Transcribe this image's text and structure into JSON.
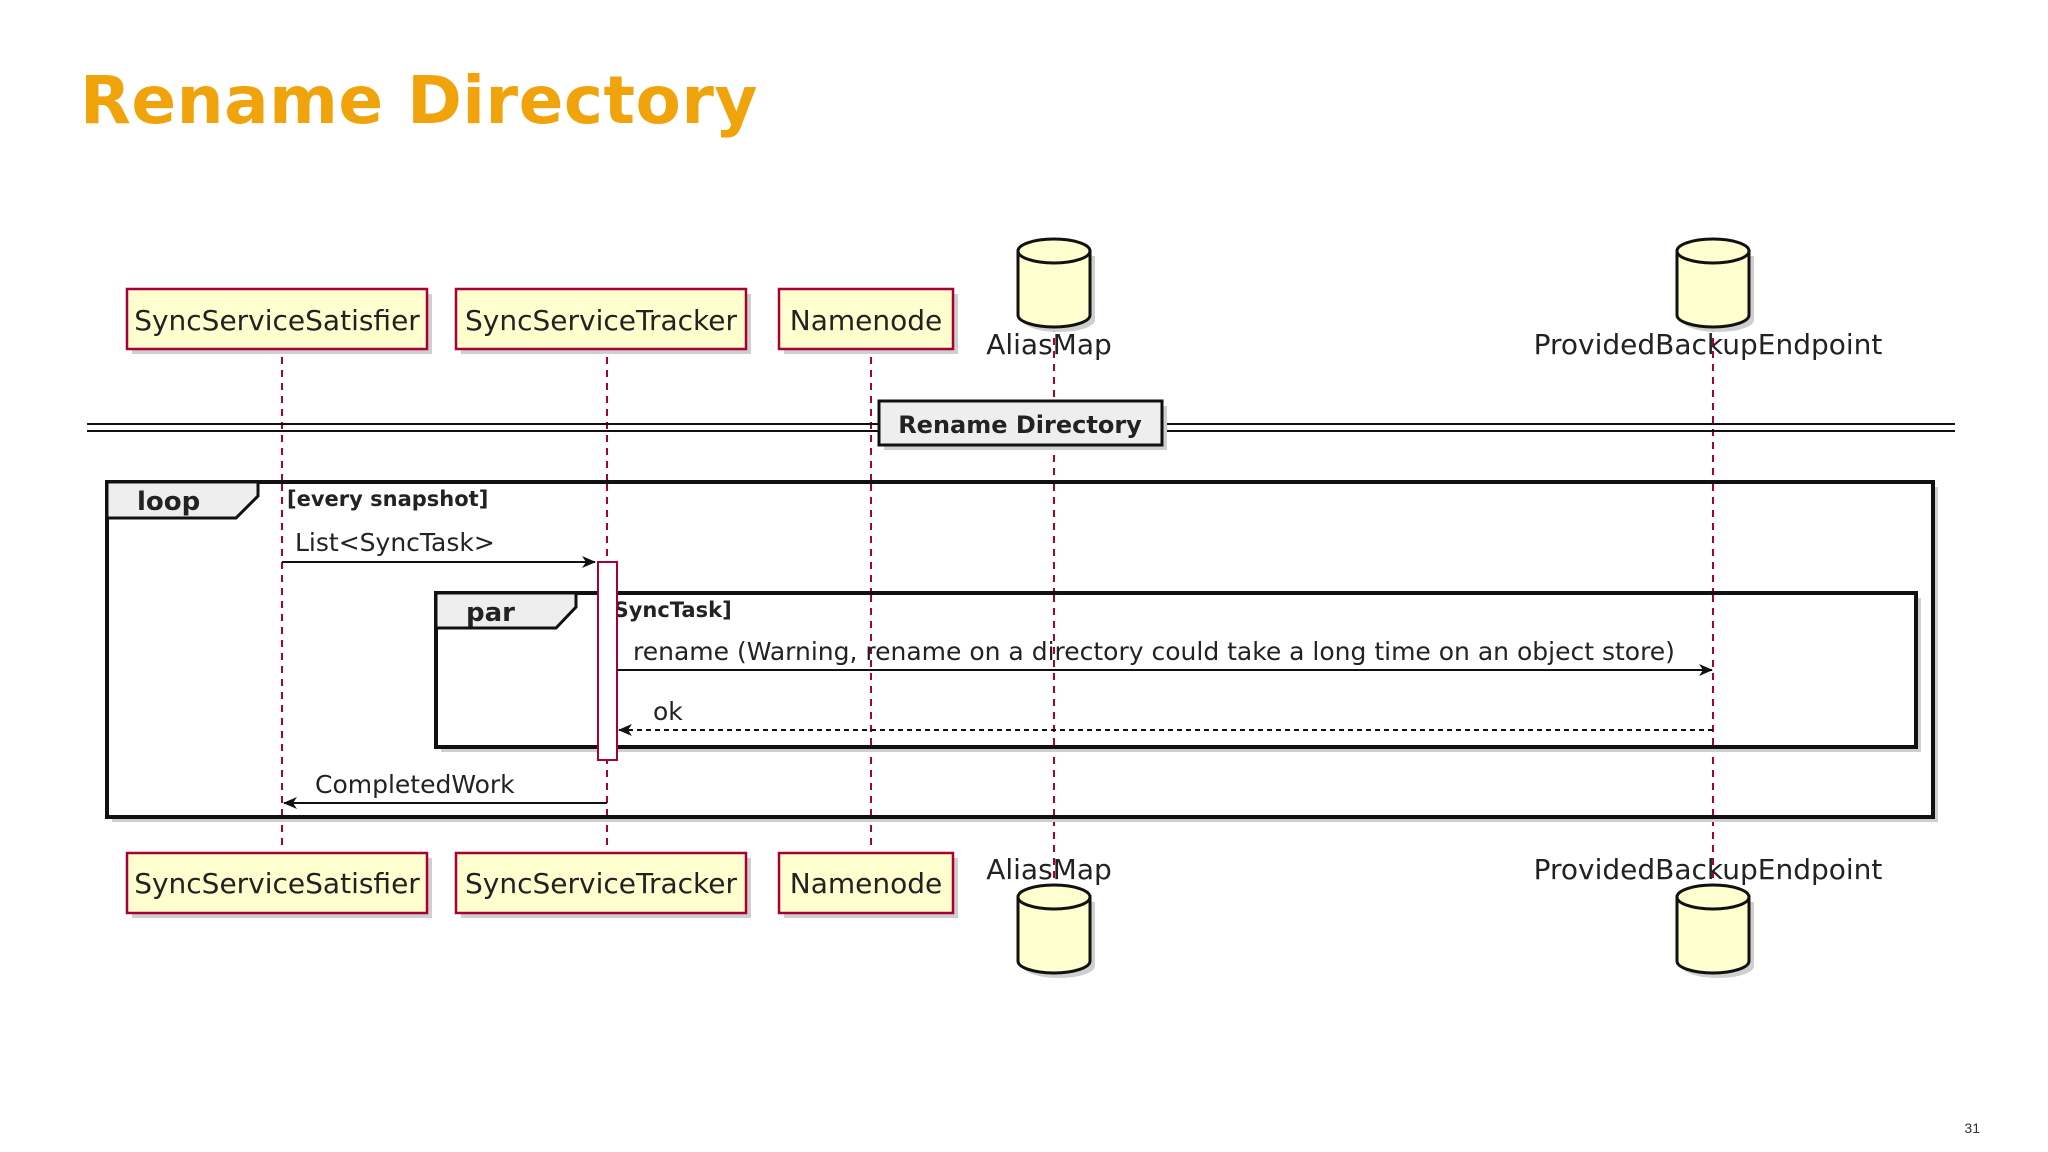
{
  "slide": {
    "title": "Rename Directory",
    "page_number": "31"
  },
  "diagram": {
    "participants": [
      {
        "id": "sync-service-satisfier",
        "label": "SyncServiceSatisfier",
        "kind": "participant"
      },
      {
        "id": "sync-service-tracker",
        "label": "SyncServiceTracker",
        "kind": "participant"
      },
      {
        "id": "namenode",
        "label": "Namenode",
        "kind": "participant"
      },
      {
        "id": "alias-map",
        "label": "AliasMap",
        "kind": "database"
      },
      {
        "id": "provided-backup-endpoint",
        "label": "ProvidedBackupEndpoint",
        "kind": "database"
      }
    ],
    "divider_label": "Rename Directory",
    "loop": {
      "keyword": "loop",
      "guard": "[every snapshot]"
    },
    "par": {
      "keyword": "par",
      "guard": "[SyncTask]"
    },
    "messages": [
      {
        "from": "sync-service-satisfier",
        "to": "sync-service-tracker",
        "label": "List<SyncTask>",
        "style": "solid"
      },
      {
        "from": "sync-service-tracker",
        "to": "provided-backup-endpoint",
        "label": "rename (Warning, rename on a directory could take a long time on an object store)",
        "style": "solid"
      },
      {
        "from": "provided-backup-endpoint",
        "to": "sync-service-tracker",
        "label": "ok",
        "style": "dashed"
      },
      {
        "from": "sync-service-tracker",
        "to": "sync-service-satisfier",
        "label": "CompletedWork",
        "style": "solid"
      }
    ],
    "colors": {
      "participant_fill": "#fefece",
      "participant_border": "#a80036",
      "title": "#f0a30a"
    }
  }
}
